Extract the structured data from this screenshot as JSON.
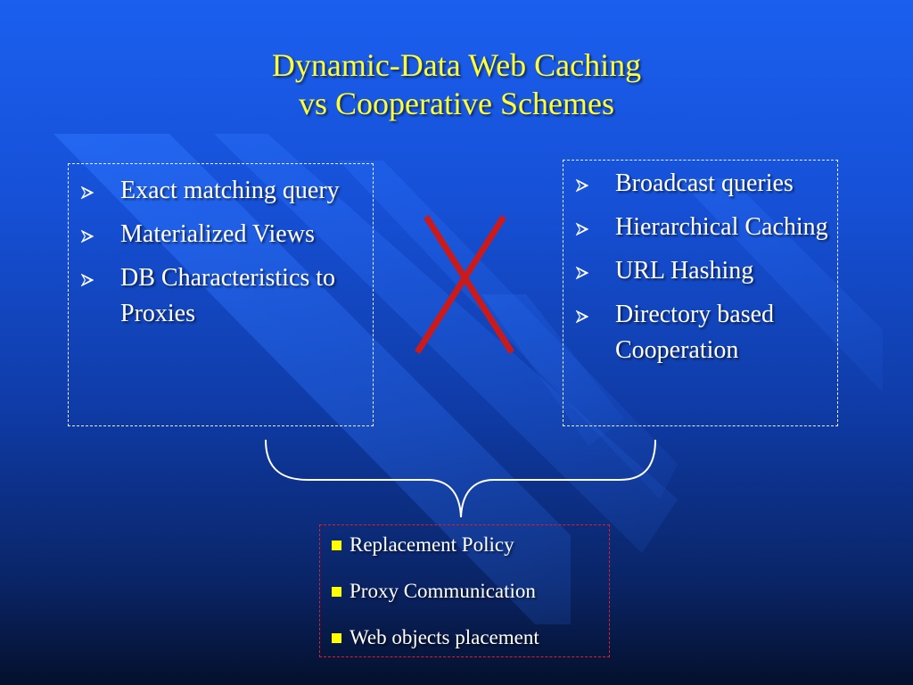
{
  "title": {
    "line1": "Dynamic-Data Web Caching",
    "line2": "vs Cooperative Schemes"
  },
  "left_box": {
    "items": [
      {
        "label": "Exact matching query"
      },
      {
        "label": "Materialized Views"
      },
      {
        "label": "DB Characteristics to Proxies"
      }
    ]
  },
  "right_box": {
    "items": [
      {
        "label": "Broadcast queries"
      },
      {
        "label": "Hierarchical Caching"
      },
      {
        "label": "URL Hashing"
      },
      {
        "label": "Directory based Cooperation"
      }
    ]
  },
  "bottom_box": {
    "items": [
      {
        "label": "Replacement Policy"
      },
      {
        "label": "Proxy Communication"
      },
      {
        "label": "Web objects placement"
      }
    ]
  },
  "icons": {
    "bullet_arrow": "arrowhead-bullet-icon",
    "bullet_square": "square-bullet-icon",
    "cross_mark": "red-x-icon",
    "brace": "curly-brace-icon"
  },
  "colors": {
    "title": "#ffff33",
    "text": "#ffffff",
    "cross": "#cc1a1a",
    "bottom_border": "#e41e25",
    "square_bullet": "#ffff00"
  }
}
